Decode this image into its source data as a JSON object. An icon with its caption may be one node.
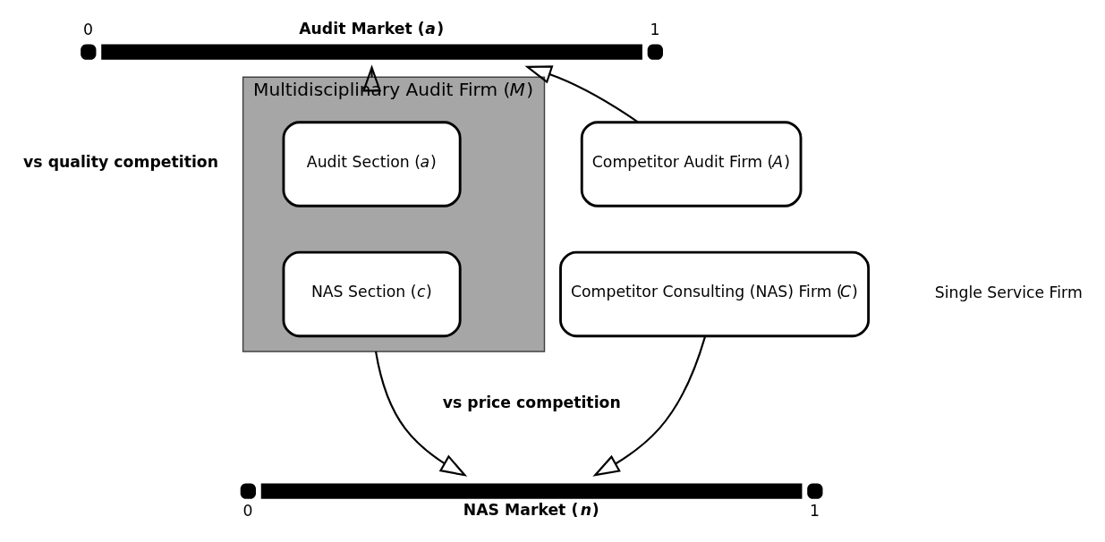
{
  "diagram": {
    "nodes": [
      {
        "text": [
          "Audit Market (*a*)"
        ],
        "beside": [
          "0",
          "1"
        ]
      },
      {
        "text": [
          "Multidisciplinary Audit Firm (*M*)"
        ]
      },
      {
        "text": [
          "Audit Section (*a*)"
        ],
        "in": 1
      },
      {
        "text": [
          "NAS Section (*c*)"
        ],
        "in": 1
      },
      {
        "text": [
          "Competitor Audit Firm (*A*)"
        ]
      },
      {
        "text": [
          "Competitor Consulting (NAS) Firm (*C*)"
        ]
      },
      {
        "text": [
          "NAS Market (*n*)"
        ],
        "beside": [
          "0",
          "1"
        ]
      }
    ],
    "edges": [
      {
        "from": 1,
        "to": 0,
        "arrow": "to"
      },
      {
        "from": 1,
        "to": 6,
        "arrow": "to"
      },
      {
        "from": 4,
        "to": 0,
        "arrow": "to"
      },
      {
        "from": 5,
        "to": 6,
        "arrow": "to"
      }
    ],
    "labels": [
      "vs quality competition",
      "Single Service Firm",
      "vs price competition"
    ]
  }
}
